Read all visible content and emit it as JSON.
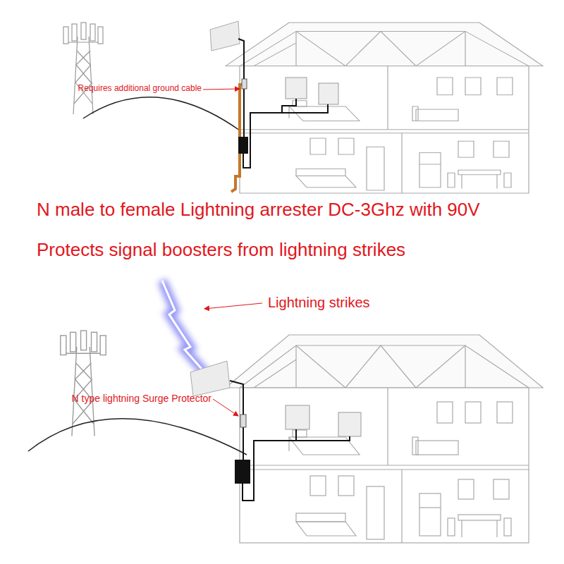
{
  "diagram": {
    "labels": [
      "Requires additional ground cable",
      "N male to female Lightning arrester DC-3Ghz with 90V",
      "Protects signal boosters from lightning strikes",
      "Lightning strikes",
      "N type lightning Surge Protector"
    ]
  }
}
